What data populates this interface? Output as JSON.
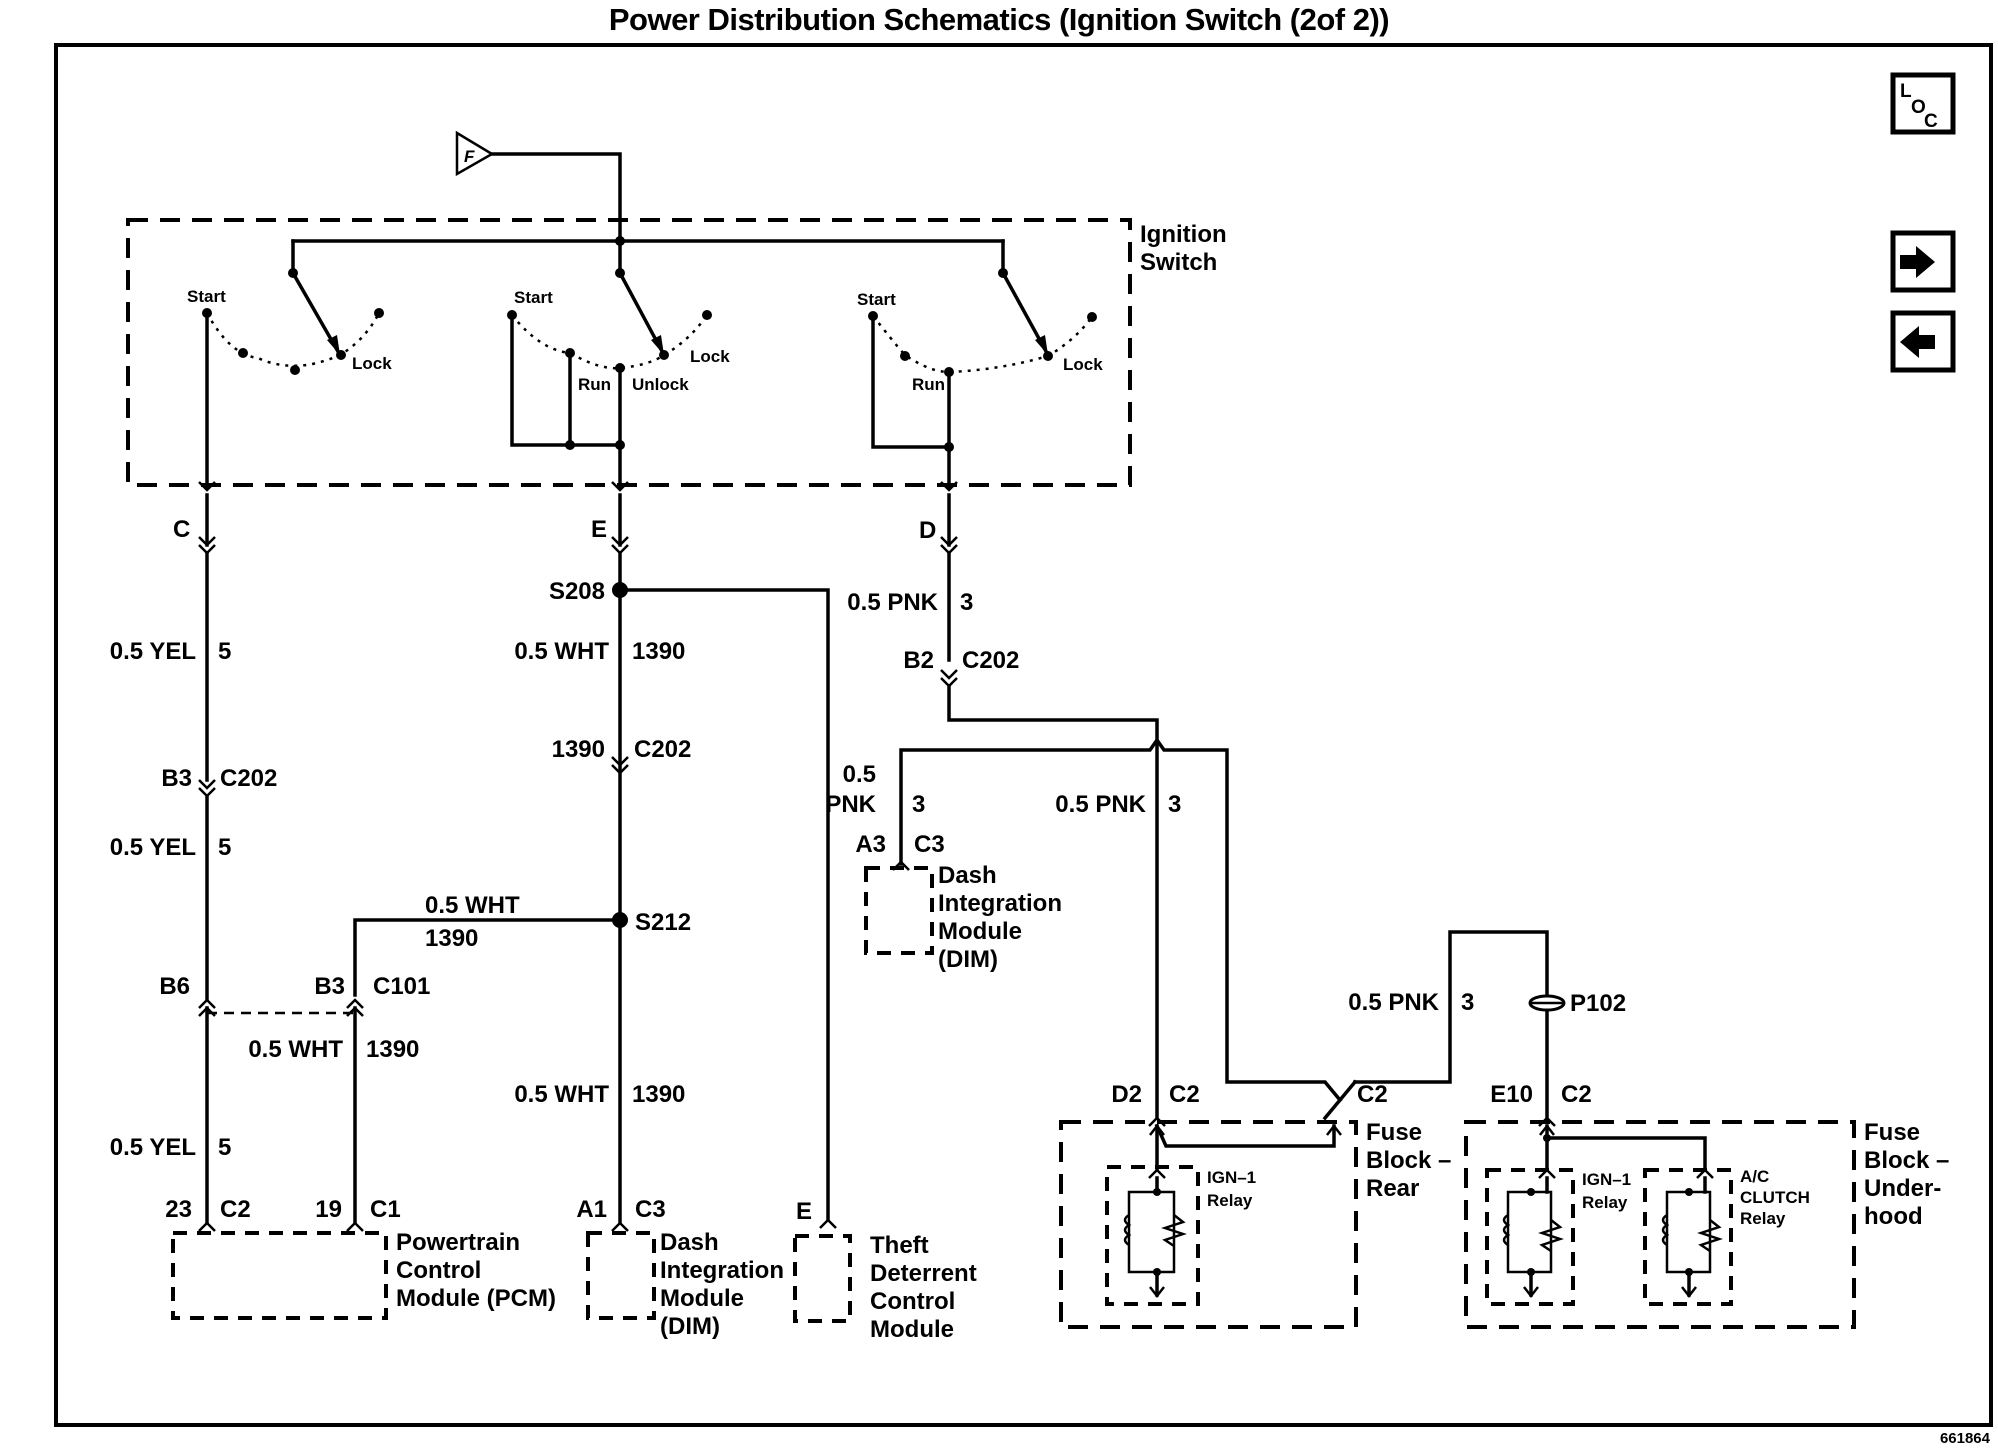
{
  "title": "Power Distribution Schematics (Ignition Switch (2of 2))",
  "document_number": "661864",
  "nav": {
    "loc_button": {
      "icon": "loc-icon",
      "letters": [
        "L",
        "O",
        "C"
      ]
    },
    "next_button": {
      "icon": "arrow-right-icon"
    },
    "prev_button": {
      "icon": "arrow-left-icon"
    }
  },
  "ignition_switch": {
    "label_line1": "Ignition",
    "label_line2": "Switch",
    "input_connector": "F",
    "sections": [
      {
        "positions": [
          "Start",
          "Lock"
        ],
        "output": "C"
      },
      {
        "positions": [
          "Start",
          "Run",
          "Unlock",
          "Lock"
        ],
        "output": "E"
      },
      {
        "positions": [
          "Start",
          "Run",
          "Lock"
        ],
        "output": "D"
      }
    ]
  },
  "circuits": {
    "c_branch": {
      "wire1": {
        "color": "0.5 YEL",
        "circuit": "5"
      },
      "connector1": {
        "pin": "B3",
        "name": "C202"
      },
      "wire2": {
        "color": "0.5 YEL",
        "circuit": "5"
      },
      "connector2": {
        "pin": "B6"
      },
      "wire3": {
        "color": "0.5 YEL",
        "circuit": "5"
      },
      "pcm_pin": {
        "pin": "23",
        "name": "C2"
      }
    },
    "e_branch": {
      "splice1": "S208",
      "wire1": {
        "color": "0.5 WHT",
        "circuit": "1390"
      },
      "connector1": {
        "pin": "1390",
        "name": "C202"
      },
      "splice2": "S212",
      "wire_to_pcm": {
        "color": "0.5 WHT",
        "circuit": "1390"
      },
      "c101": {
        "pin": "B3",
        "name": "C101"
      },
      "wire_c101_pcm": {
        "color": "0.5 WHT",
        "circuit": "1390"
      },
      "pcm_pin": {
        "pin": "19",
        "name": "C1"
      },
      "wire_dim": {
        "color": "0.5 WHT",
        "circuit": "1390"
      },
      "dim_pin": {
        "pin": "A1",
        "name": "C3"
      },
      "theft_pin": {
        "pin": "E"
      }
    },
    "d_branch": {
      "wire1": {
        "color": "0.5 PNK",
        "circuit": "3"
      },
      "connector1": {
        "pin": "B2",
        "name": "C202"
      },
      "wire_dim": {
        "color_line1": "0.5",
        "color_line2": "PNK",
        "circuit": "3"
      },
      "dim_pin": {
        "pin": "A3",
        "name": "C3"
      },
      "wire_rear": {
        "color": "0.5 PNK",
        "circuit": "3"
      },
      "rear_pin": {
        "pin": "D2",
        "name": "C2"
      },
      "rear_out": {
        "name": "C2"
      },
      "wire_under": {
        "color": "0.5 PNK",
        "circuit": "3"
      },
      "splice_pack": "P102",
      "under_pin": {
        "pin": "E10",
        "name": "C2"
      }
    }
  },
  "components": {
    "pcm": [
      "Powertrain",
      "Control",
      "Module (PCM)"
    ],
    "dim_bottom": [
      "Dash",
      "Integration",
      "Module",
      "(DIM)"
    ],
    "dim_mid": [
      "Dash",
      "Integration",
      "Module",
      "(DIM)"
    ],
    "theft": [
      "Theft",
      "Deterrent",
      "Control",
      "Module"
    ],
    "fuse_rear": [
      "Fuse",
      "Block –",
      "Rear"
    ],
    "fuse_under": [
      "Fuse",
      "Block –",
      "Under-",
      "hood"
    ],
    "relay_ign1_rear": [
      "IGN–1",
      "Relay"
    ],
    "relay_ign1_under": [
      "IGN–1",
      "Relay"
    ],
    "relay_ac": [
      "A/C",
      "CLUTCH",
      "Relay"
    ]
  }
}
